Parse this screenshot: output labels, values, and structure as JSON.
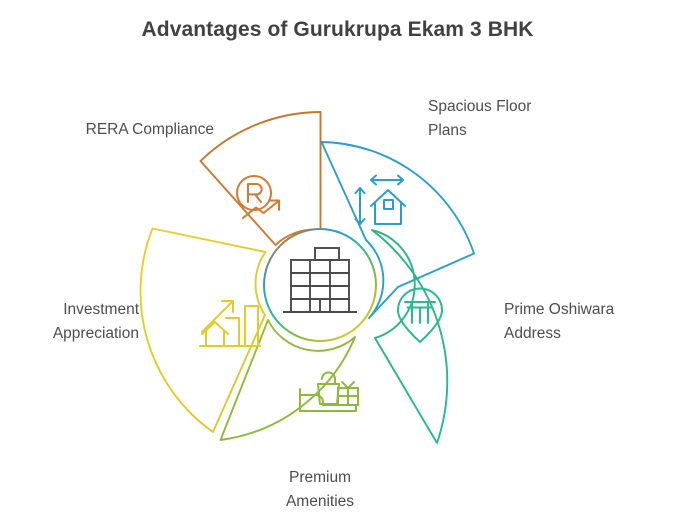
{
  "page": {
    "title": "Advantages of Gurukrupa Ekam 3 BHK",
    "background_color": "#ffffff",
    "title_color": "#414141",
    "label_color": "#4d4d4d"
  },
  "hub": {
    "icon_name": "apartment-building-icon",
    "icon_color": "#4a4a4a",
    "ring_colors": [
      "#c9772f",
      "#2e9bcd",
      "#2bb98f",
      "#8fb83c",
      "#e3cb2a"
    ]
  },
  "segments": [
    {
      "id": "rera-compliance",
      "label": "RERA Compliance",
      "color": "#c9772f",
      "icon_name": "rera-registered-growth-icon",
      "label_align": "right"
    },
    {
      "id": "spacious-floor-plans",
      "label": "Spacious Floor\nPlans",
      "color": "#2e9bcd",
      "icon_name": "house-dimensions-icon",
      "label_align": "left"
    },
    {
      "id": "prime-oshiwara-address",
      "label": "Prime Oshiwara\nAddress",
      "color": "#2bb98f",
      "icon_name": "map-pin-landmark-icon",
      "label_align": "left"
    },
    {
      "id": "premium-amenities",
      "label": "Premium\nAmenities",
      "color": "#8fb83c",
      "icon_name": "bed-bag-gift-icon",
      "label_align": "center"
    },
    {
      "id": "investment-appreciation",
      "label": "Investment\nAppreciation",
      "color": "#e3cb2a",
      "icon_name": "growth-bar-chart-house-icon",
      "label_align": "right"
    }
  ],
  "chart_data": {
    "type": "pie",
    "title": "Advantages of Gurukrupa Ekam 3 BHK",
    "subtitle": "",
    "xlabel": "",
    "ylabel": "",
    "categories": [
      "RERA Compliance",
      "Spacious Floor Plans",
      "Prime Oshiwara Address",
      "Premium Amenities",
      "Investment Appreciation"
    ],
    "values": [
      20,
      20,
      20,
      20,
      20
    ],
    "colors": [
      "#c9772f",
      "#2e9bcd",
      "#2bb98f",
      "#8fb83c",
      "#e3cb2a"
    ],
    "legend_position": "around-segments",
    "grid": false,
    "notes": "Five equal donut segments (72 degrees each) radiating from a central hub circle; outline-only wedges with an icon inside each segment."
  }
}
